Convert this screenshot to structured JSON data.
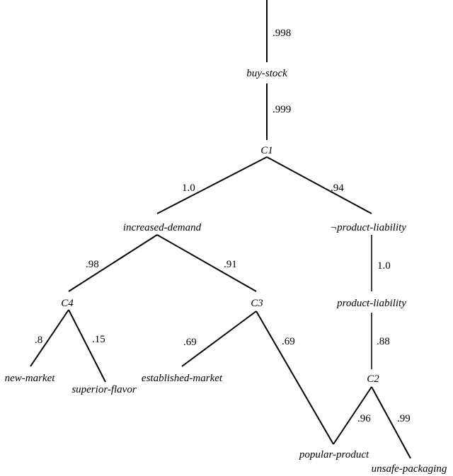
{
  "diagram": {
    "nodes": {
      "buy_stock": "buy-stock",
      "c1": "C1",
      "increased_demand": "increased-demand",
      "not_product_liability": "¬product-liability",
      "product_liability": "product-liability",
      "c2": "C2",
      "c3": "C3",
      "c4": "C4",
      "new_market": "new-market",
      "superior_flavor": "superior-flavor",
      "established_market": "established-market",
      "popular_product": "popular-product",
      "unsafe_packaging": "unsafe-packaging"
    },
    "edges": {
      "root_to_buy_stock": ".998",
      "buy_stock_to_c1": ".999",
      "c1_to_increased_demand": "1.0",
      "c1_to_not_product_liability": ".94",
      "increased_demand_to_c4": ".98",
      "increased_demand_to_c3": ".91",
      "not_product_liability_to_product_liability": "1.0",
      "product_liability_to_c2": ".88",
      "c4_to_new_market": ".8",
      "c4_to_superior_flavor": ".15",
      "c3_to_established_market": ".69",
      "c3_to_popular_product": ".69",
      "c2_to_popular_product": ".96",
      "c2_to_unsafe_packaging": ".99"
    }
  }
}
